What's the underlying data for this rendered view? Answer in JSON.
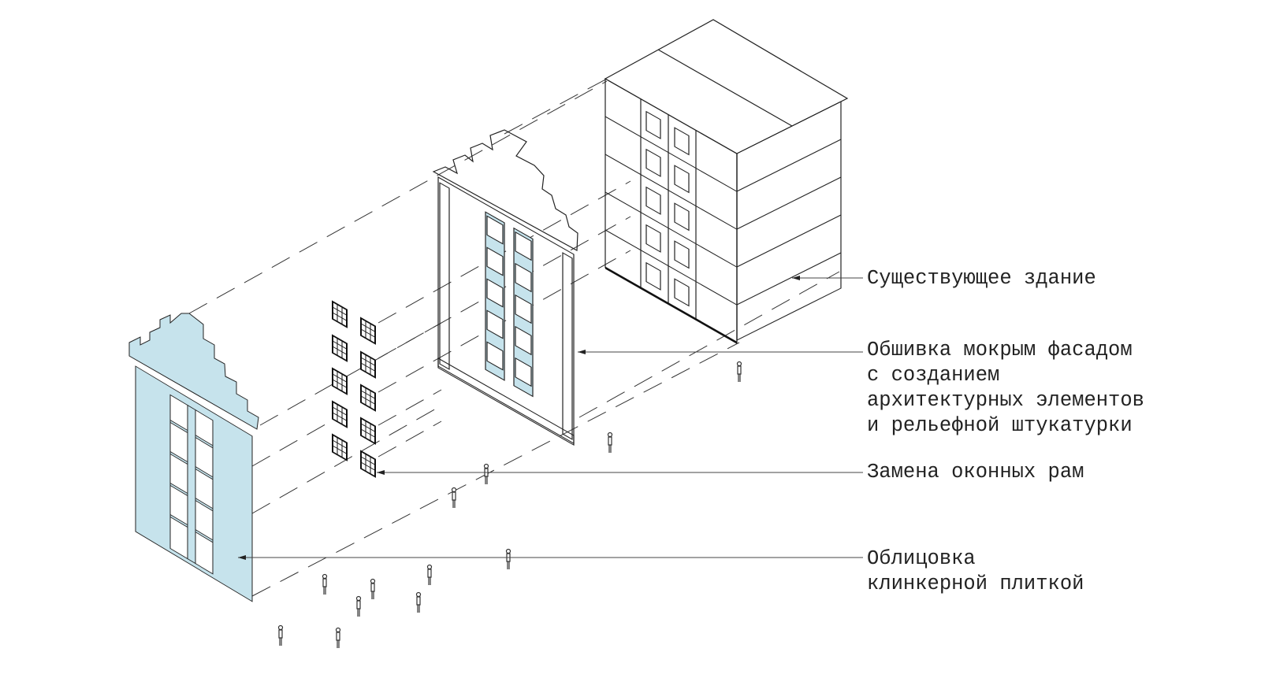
{
  "colors": {
    "clinker": "#c6e3ec",
    "line": "#222222"
  },
  "labels": {
    "existing_building": [
      "Существующее здание"
    ],
    "wet_facade": [
      "Обшивка мокрым фасадом",
      "с созданием",
      "архитектурных элементов",
      "и рельефной штукатурки"
    ],
    "window_replacement": [
      "Замена оконных рам"
    ],
    "clinker_cladding": [
      "Облицовка",
      "клинкерной плиткой"
    ]
  }
}
